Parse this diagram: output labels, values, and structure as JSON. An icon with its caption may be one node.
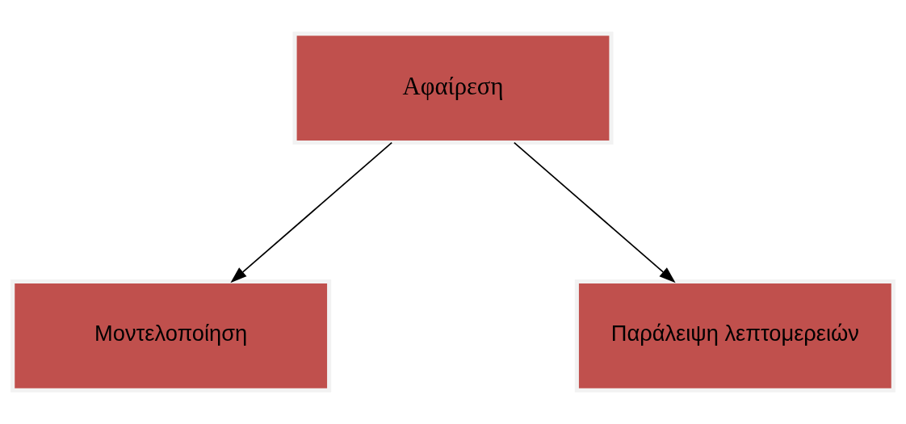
{
  "diagram": {
    "nodes": [
      {
        "text": [
          "Αφαίρεση"
        ]
      },
      {
        "text": [
          "Μοντελοποίηση"
        ]
      },
      {
        "text": [
          "Παράλειψη λεπτομερειών"
        ]
      }
    ],
    "edges": [
      {
        "from": 0,
        "to": 1,
        "arrow": "to"
      },
      {
        "from": 0,
        "to": 2,
        "arrow": "to"
      }
    ]
  }
}
